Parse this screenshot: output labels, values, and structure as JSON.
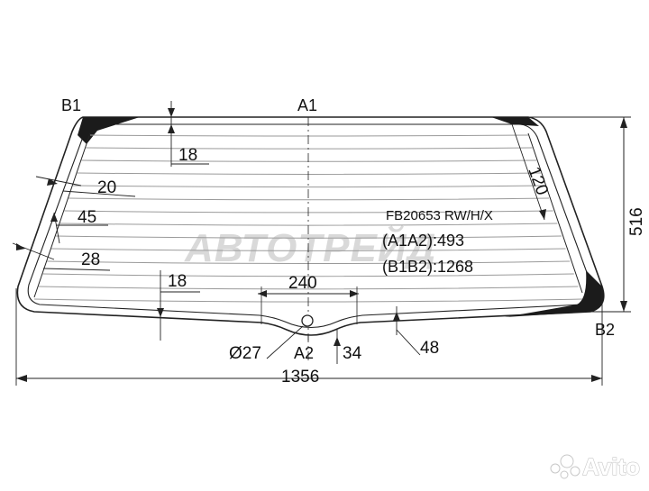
{
  "labels": {
    "a1": "A1",
    "a2": "A2",
    "b1": "B1",
    "b2": "B2"
  },
  "dimensions": {
    "d18_top": "18",
    "d20": "20",
    "d45": "45",
    "d28": "28",
    "d18_bottom": "18",
    "d240": "240",
    "d27": "Ø27",
    "d34": "34",
    "d48": "48",
    "d1356": "1356",
    "d516": "516",
    "d120": "120"
  },
  "info": {
    "part_number": "FB20653 RW/H/X",
    "a1a2": "(A1A2):493",
    "b1b2": "(B1B2):1268"
  },
  "watermark": {
    "text": "АВТОТРЕЙД",
    "avito": "Avito"
  },
  "colors": {
    "line": "#222222",
    "grid": "#9a9a9a",
    "black_band": "#1b1b1b"
  },
  "heater_line_count": 14
}
